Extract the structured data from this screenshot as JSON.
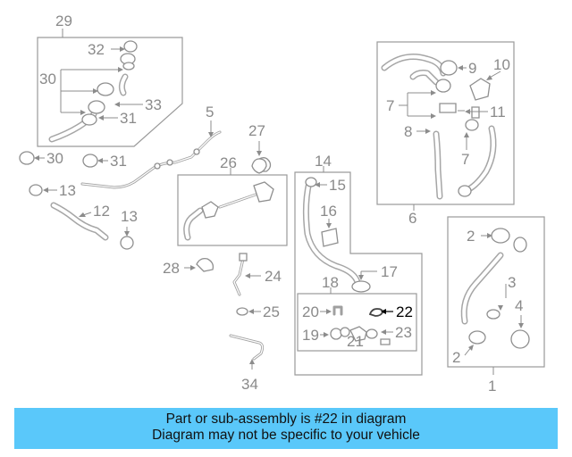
{
  "callouts": {
    "c1": "1",
    "c2a": "2",
    "c2b": "2",
    "c3": "3",
    "c4": "4",
    "c5": "5",
    "c6": "6",
    "c7a": "7",
    "c7b": "7",
    "c8": "8",
    "c9": "9",
    "c10": "10",
    "c11": "11",
    "c12": "12",
    "c13a": "13",
    "c13b": "13",
    "c14": "14",
    "c15": "15",
    "c16": "16",
    "c17": "17",
    "c18": "18",
    "c19": "19",
    "c20": "20",
    "c21": "21",
    "c22": "22",
    "c23": "23",
    "c24": "24",
    "c25": "25",
    "c26": "26",
    "c27": "27",
    "c28": "28",
    "c29": "29",
    "c30a": "30",
    "c30b": "30",
    "c31a": "31",
    "c31b": "31",
    "c32": "32",
    "c33": "33",
    "c34": "34"
  },
  "highlight": {
    "part_number": "22",
    "color": "#000000"
  },
  "banner": {
    "line1": "Part or sub-assembly is #22 in diagram",
    "line2": "Diagram may not be specific to your vehicle",
    "background": "#5ac8fa"
  },
  "colors": {
    "line": "#9a9a9a",
    "label": "#8a8a8a"
  }
}
